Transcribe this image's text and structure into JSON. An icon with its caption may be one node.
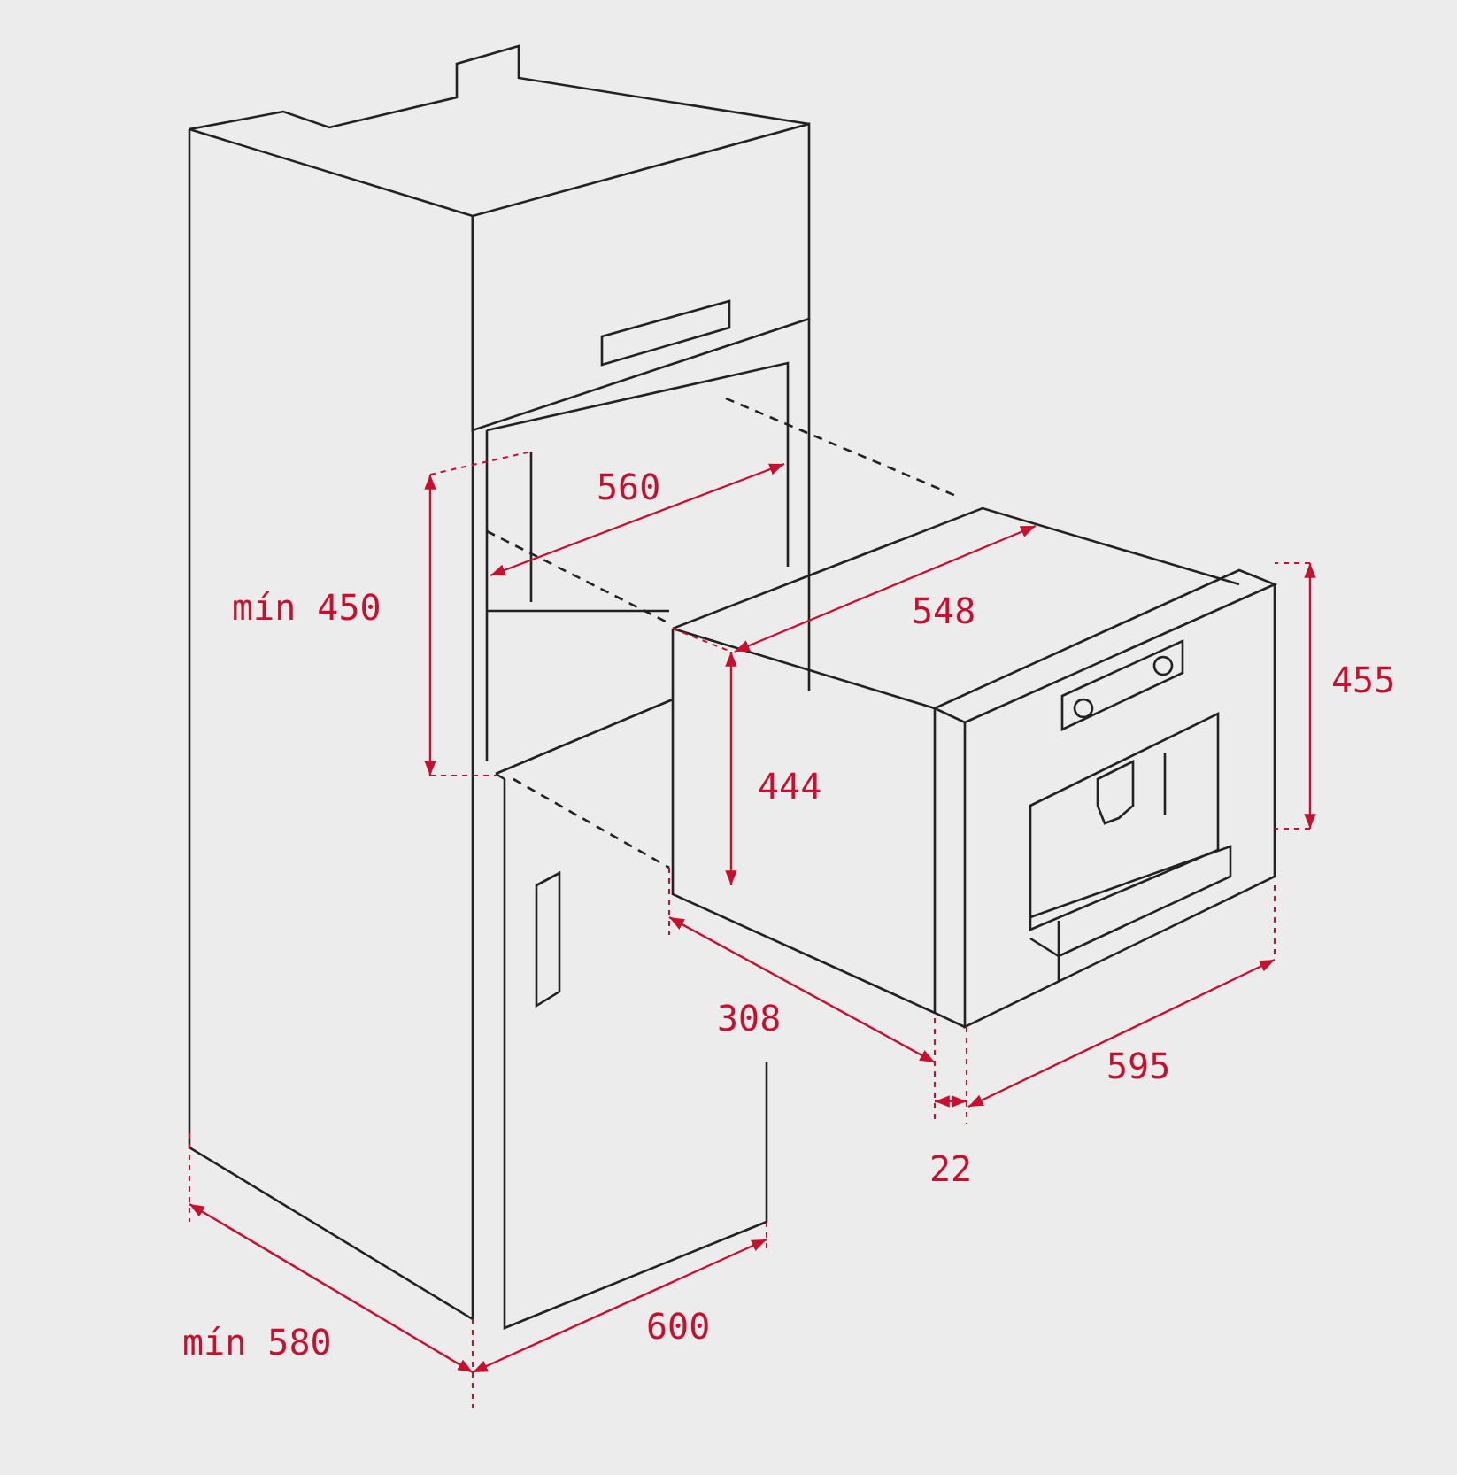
{
  "diagram": {
    "labels": [
      "mín 450",
      "560",
      "548",
      "455",
      "444",
      "308",
      "595",
      "22",
      "mín 580",
      "600"
    ]
  }
}
